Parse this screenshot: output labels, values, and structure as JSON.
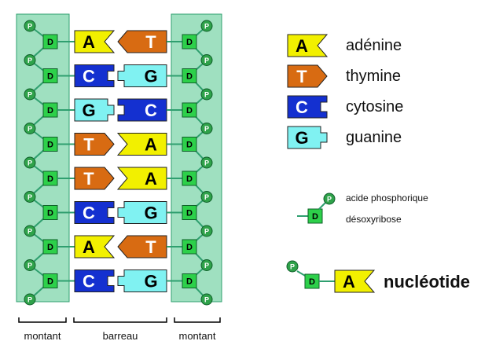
{
  "colors": {
    "strand_bg": "#9fe0c0",
    "strand_border": "#2f9f6f",
    "phosphate": "#2fa24a",
    "sugar": "#2dd04a",
    "adenine": "#f2f000",
    "thymine": "#d86b12",
    "cytosine": "#1430d0",
    "guanine": "#80f2f2",
    "legend_text": "#111111"
  },
  "symbols": {
    "phosphate": "P",
    "sugar": "D"
  },
  "pairs": [
    {
      "left": "A",
      "right": "T"
    },
    {
      "left": "C",
      "right": "G"
    },
    {
      "left": "G",
      "right": "C"
    },
    {
      "left": "T",
      "right": "A"
    },
    {
      "left": "T",
      "right": "A"
    },
    {
      "left": "C",
      "right": "G"
    },
    {
      "left": "A",
      "right": "T"
    },
    {
      "left": "C",
      "right": "G"
    }
  ],
  "legend": {
    "bases": [
      {
        "letter": "A",
        "name": "adénine"
      },
      {
        "letter": "T",
        "name": "thymine"
      },
      {
        "letter": "C",
        "name": "cytosine"
      },
      {
        "letter": "G",
        "name": "guanine"
      }
    ],
    "backbone_line1": "acide phosphorique",
    "backbone_line2": "désoxyribose",
    "nucleotide_letter": "A",
    "nucleotide_label": "nucléotide"
  },
  "bottom_labels": {
    "left": "montant",
    "center": "barreau",
    "right": "montant"
  }
}
